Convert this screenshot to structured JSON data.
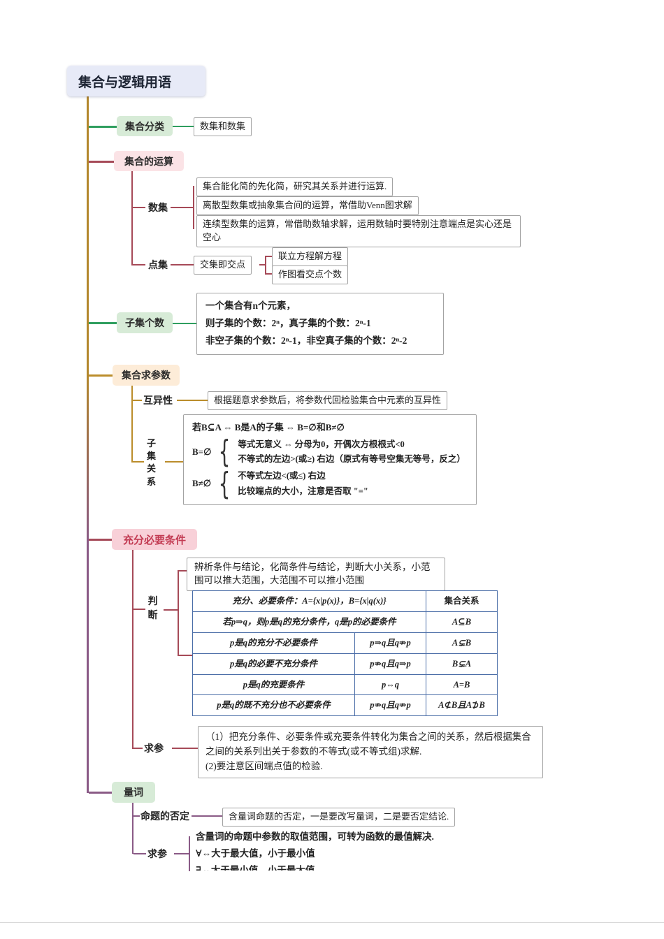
{
  "root": {
    "label": "集合与逻辑用语"
  },
  "classification": {
    "label": "集合分类",
    "note": "数集和数集"
  },
  "operations": {
    "label": "集合的运算",
    "number_sets": {
      "label": "数集",
      "notes": [
        "集合能化简的先化简，研究其关系并进行运算.",
        "离散型数集或抽象集合间的运算，常借助Venn图求解",
        "连续型数集的运算，常借助数轴求解，运用数轴时要特别注意端点是实心还是空心"
      ]
    },
    "point_sets": {
      "label": "点集",
      "node": "交集即交点",
      "notes": [
        "联立方程解方程",
        "作图看交点个数"
      ]
    }
  },
  "subset_count": {
    "label": "子集个数",
    "lines": [
      "一个集合有n个元素，",
      "则子集的个数：2ⁿ，真子集的个数：2ⁿ-1",
      "非空子集的个数：2ⁿ-1，非空真子集的个数：2ⁿ-2"
    ]
  },
  "find_params": {
    "label": "集合求参数",
    "distinctness": {
      "label": "互异性",
      "note": "根据题意求参数后，将参数代回检验集合中元素的互异性"
    },
    "subset_relation": {
      "label": "子集关系",
      "header": "若B⊆A ⇔ B是A的子集 ⇔ B=∅和B≠∅",
      "empty": {
        "label": "B=∅",
        "lines": [
          "等式无意义 ⇔ 分母为0，开偶次方根根式<0",
          "不等式的左边>(或≥) 右边（原式有等号空集无等号，反之）"
        ]
      },
      "nonempty": {
        "label": "B≠∅",
        "lines": [
          "不等式左边<(或≤) 右边",
          "比较端点的大小，注意是否取 \"=\""
        ]
      }
    }
  },
  "sufficient_necessary": {
    "label": "充分必要条件",
    "judge": {
      "label": "判断",
      "note": "辨析条件与结论，化简条件与结论，判断大小关系，小范围可以推大范围，大范围不可以推小范围",
      "table": {
        "rows2": [
          {
            "text": "充分、必要条件：A={x|p(x)}，B={x|q(x)}",
            "rel": "集合关系"
          },
          {
            "text": "若p⇒q，则p是q的充分条件，q是p的必要条件",
            "rel": "A⊆B"
          }
        ],
        "rows3": [
          {
            "cond": "p是q的充分不必要条件",
            "logic": "p⇒q且q⇏p",
            "rel": "A⊊B"
          },
          {
            "cond": "p是q的必要不充分条件",
            "logic": "p⇏q且q⇒p",
            "rel": "B⊊A"
          },
          {
            "cond": "p是q的充要条件",
            "logic": "p⇔q",
            "rel": "A=B"
          },
          {
            "cond": "p是q的既不充分也不必要条件",
            "logic": "p⇏q且q⇏p",
            "rel": "A⊄B且A⊅B"
          }
        ]
      }
    },
    "solve_params": {
      "label": "求参",
      "lines": [
        "（1）把充分条件、必要条件或充要条件转化为集合之间的关系，然后根据集合之间的关系列出关于参数的不等式(或不等式组)求解.",
        "(2)要注意区间端点值的检验."
      ]
    }
  },
  "quantifiers": {
    "label": "量词",
    "negation": {
      "label": "命题的否定",
      "note": "含量词命题的否定，一是要改写量词，二是要否定结论."
    },
    "solve_params": {
      "label": "求参",
      "lines": [
        "含量词的命题中参数的取值范围，可转为函数的最值解决.",
        "∀⇔大于最大值，小于最小值",
        "∃⇔大于最小值，小于最大值"
      ]
    }
  },
  "colors": {
    "trunk_gold": "#b3872c",
    "trunk_purple": "#8a5a86",
    "branch_green": "#2f9e5f",
    "branch_maroon": "#a64a58",
    "branch_gold": "#bb8d2b",
    "branch_purple": "#8a5a86",
    "root_bg": "#e7eaf7",
    "green_bg": "#d7ebd7",
    "pink_bg": "#fbe3e6",
    "orange_bg": "#fdecd8",
    "strong_pink_bg": "#f8d0d8",
    "strong_pink_text": "#c23a52",
    "table_border": "#4a6da7"
  }
}
